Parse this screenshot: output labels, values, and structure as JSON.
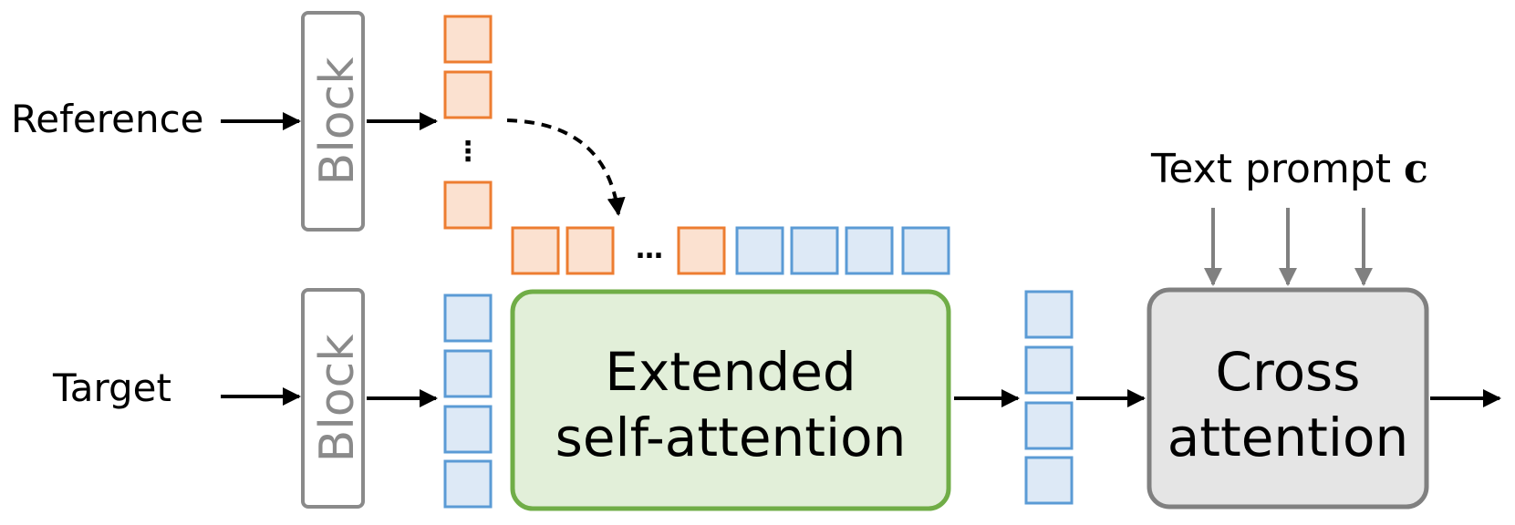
{
  "inputs": {
    "reference": "Reference",
    "target": "Target"
  },
  "blocks": {
    "reference_block": "Block",
    "target_block": "Block"
  },
  "modules": {
    "extended_self_attention": [
      "Extended",
      "self-attention"
    ],
    "cross_attention": [
      "Cross",
      "attention"
    ]
  },
  "text_prompt": {
    "label": "Text prompt ",
    "symbol": "c"
  },
  "ellipsis": "…",
  "vertical_ellipsis": "⋮",
  "colors": {
    "orange_fill": "#fbe1d0",
    "orange_stroke": "#ed7d31",
    "blue_fill": "#dde9f6",
    "blue_stroke": "#5b9bd5",
    "green_fill": "#e2efd9",
    "green_stroke": "#70ad47",
    "gray_fill": "#e5e5e5",
    "gray_stroke": "#808080",
    "arrow": "#000000"
  }
}
